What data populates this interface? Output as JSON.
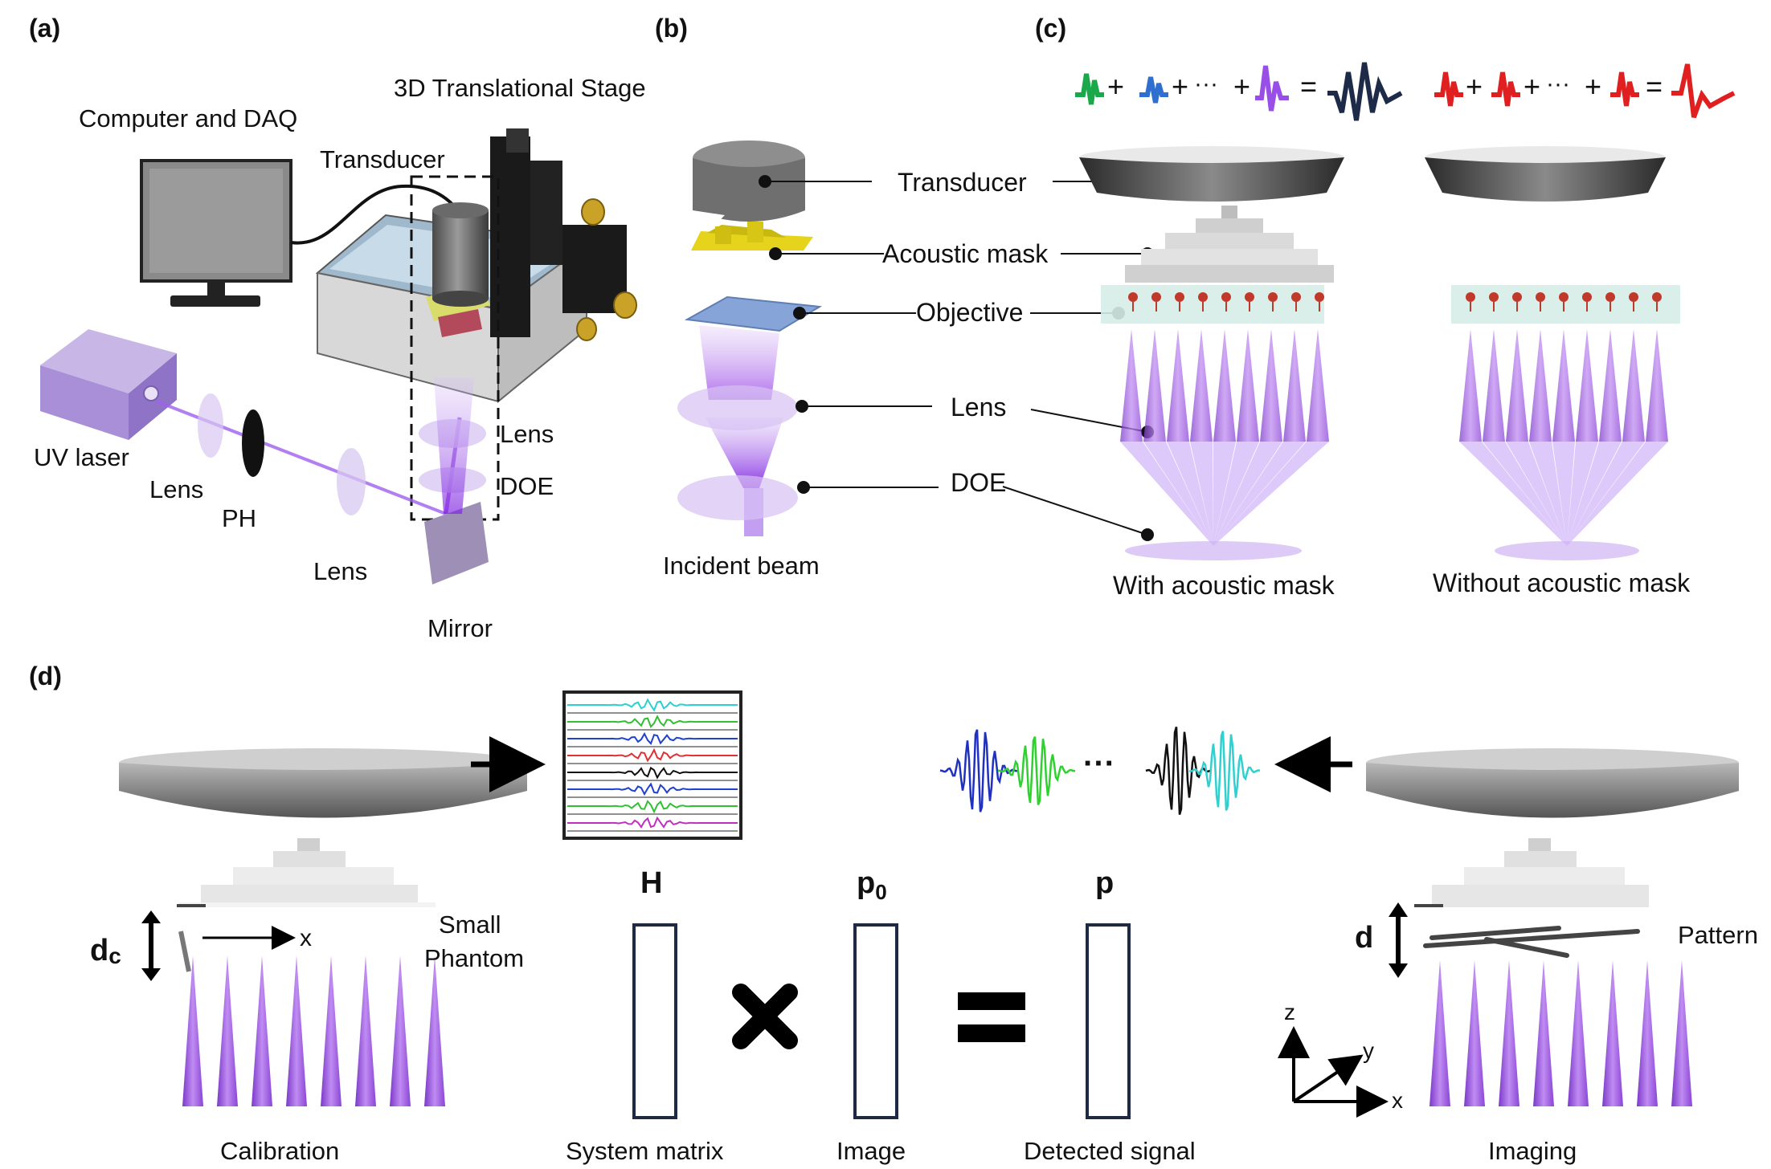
{
  "panels": {
    "a": "(a)",
    "b": "(b)",
    "c": "(c)",
    "d": "(d)"
  },
  "panel_a": {
    "computer": "Computer and DAQ",
    "stage": "3D Translational Stage",
    "transducer": "Transducer",
    "uv_laser": "UV laser",
    "lens1": "Lens",
    "ph": "PH",
    "lens2": "Lens",
    "lens3": "Lens",
    "doe": "DOE",
    "mirror": "Mirror"
  },
  "panel_b": {
    "transducer": "Transducer",
    "acoustic_mask": "Acoustic mask",
    "objective": "Objective",
    "lens": "Lens",
    "doe": "DOE",
    "incident_beam": "Incident beam"
  },
  "panel_c": {
    "plus": "+",
    "dots": "···",
    "equals": "=",
    "with_mask": "With acoustic mask",
    "without_mask": "Without acoustic mask"
  },
  "panel_d": {
    "dc_d": "d",
    "dc_c": "c",
    "x_axis": "x",
    "small_phantom_1": "Small",
    "small_phantom_2": "Phantom",
    "calibration": "Calibration",
    "H": "H",
    "p0_p": "p",
    "p0_sub": "0",
    "p": "p",
    "system_matrix": "System matrix",
    "image": "Image",
    "detected_signal": "Detected signal",
    "d": "d",
    "pattern": "Pattern",
    "z": "z",
    "y": "y",
    "x": "x",
    "imaging": "Imaging",
    "ellipsis": "···"
  },
  "colors": {
    "violet": "#8a3df0",
    "green": "#1aa84a",
    "blue": "#2f6fd0",
    "purple": "#9a4ee8",
    "navy": "#1d2b48",
    "red": "#e02020",
    "box_edge": "#1e2a44",
    "mask_yellow": "#e4d21a",
    "objective_blue": "#7f9fd6"
  },
  "icons": [
    "computer-monitor-icon",
    "transducer-icon",
    "laser-icon",
    "multiply-icon",
    "equals-icon",
    "arrow-icon"
  ]
}
